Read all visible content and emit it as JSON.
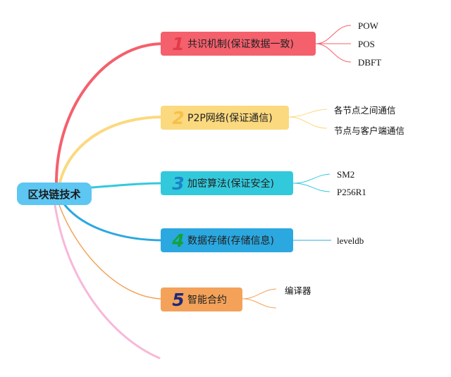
{
  "root": {
    "label": "区块链技术",
    "color": "#5dc6f2"
  },
  "branches": [
    {
      "number": "1",
      "label": "共识机制(保证数据一致)",
      "color": "#f4606c",
      "num_color": "#e23a4a",
      "leaves": [
        "POW",
        "POS",
        "DBFT"
      ]
    },
    {
      "number": "2",
      "label": "P2P网络(保证通信)",
      "color": "#fbd97e",
      "num_color": "#f6c04a",
      "leaves": [
        "各节点之间通信",
        "节点与客户端通信"
      ]
    },
    {
      "number": "3",
      "label": "加密算法(保证安全)",
      "color": "#33c9dc",
      "num_color": "#1a84c8",
      "leaves": [
        "SM2",
        "P256R1"
      ]
    },
    {
      "number": "4",
      "label": "数据存储(存储信息)",
      "color": "#2ba8e0",
      "num_color": "#12a33a",
      "leaves": [
        "leveldb"
      ]
    },
    {
      "number": "5",
      "label": "智能合约",
      "color": "#f4a259",
      "num_color": "#1e2a7a",
      "leaves": [
        "编译器"
      ]
    }
  ],
  "extra_branch_color": "#f7b8d8"
}
